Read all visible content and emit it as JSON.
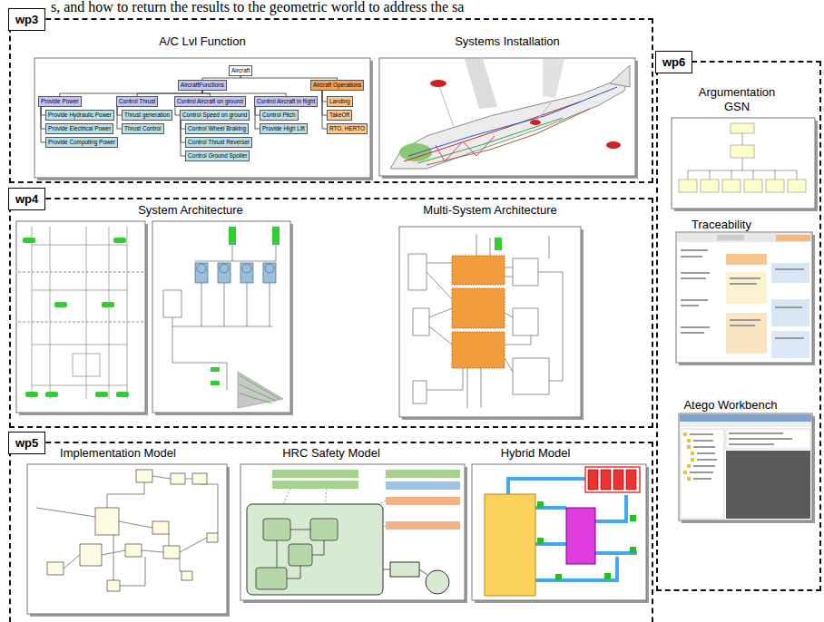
{
  "diagram": {
    "nodes": [
      {
        "text": [
          "wp3"
        ]
      },
      {
        "text": [
          "A/C Lvl Function"
        ],
        "in": 0
      },
      {
        "text": [
          "Aircraft"
        ],
        "in": 1
      },
      {
        "text": [
          "AircraftFunctions"
        ],
        "in": 1
      },
      {
        "text": [
          "Aircraft Operations"
        ],
        "in": 1
      },
      {
        "text": [
          "Provide Power"
        ],
        "in": 1
      },
      {
        "text": [
          "Provide Hydraulic Power"
        ],
        "in": 1
      },
      {
        "text": [
          "Provide Electrical Power"
        ],
        "in": 1
      },
      {
        "text": [
          "Provide Computing Power"
        ],
        "in": 1
      },
      {
        "text": [
          "Control Thrust"
        ],
        "in": 1
      },
      {
        "text": [
          "Thrust generation"
        ],
        "in": 1
      },
      {
        "text": [
          "Thrust Control"
        ],
        "in": 1
      },
      {
        "text": [
          "Control Aircraft on ground"
        ],
        "in": 1
      },
      {
        "text": [
          "Control Speed on ground"
        ],
        "in": 1
      },
      {
        "text": [
          "Control Wheel Braking"
        ],
        "in": 1
      },
      {
        "text": [
          "Control Thrust Reverser"
        ],
        "in": 1
      },
      {
        "text": [
          "Control Ground Spoiler"
        ],
        "in": 1
      },
      {
        "text": [
          "Control Aircraft in flight"
        ],
        "in": 1
      },
      {
        "text": [
          "Control Pitch"
        ],
        "in": 1
      },
      {
        "text": [
          "Provide High Lift"
        ],
        "in": 1
      },
      {
        "text": [
          "Landing"
        ],
        "in": 1
      },
      {
        "text": [
          "TakeOff"
        ],
        "in": 1
      },
      {
        "text": [
          "RTO, HERTO"
        ],
        "in": 1
      },
      {
        "text": [
          "Systems Installation"
        ],
        "in": 0
      },
      {
        "text": [
          "wp4"
        ]
      },
      {
        "text": [
          "System Architecture"
        ],
        "in": 24
      },
      {
        "text": [
          "Multi-System Architecture"
        ],
        "in": 24
      },
      {
        "text": [
          "wp5"
        ]
      },
      {
        "text": [
          "Implementation Model"
        ],
        "in": 27
      },
      {
        "text": [
          "HRC Safety Model"
        ],
        "in": 27
      },
      {
        "text": [
          "Hybrid Model"
        ],
        "in": 27
      },
      {
        "text": [
          "wp6"
        ]
      },
      {
        "text": [
          "Argumentation GSN"
        ],
        "in": 31
      },
      {
        "text": [
          "Traceability"
        ],
        "in": 31
      },
      {
        "text": [
          "Atego Workbench"
        ],
        "in": 31
      }
    ],
    "edges": [
      {
        "from": 2,
        "to": 3,
        "arrow": "none"
      },
      {
        "from": 2,
        "to": 4,
        "arrow": "none"
      },
      {
        "from": 3,
        "to": 5,
        "arrow": "none"
      },
      {
        "from": 3,
        "to": 9,
        "arrow": "none"
      },
      {
        "from": 3,
        "to": 12,
        "arrow": "none"
      },
      {
        "from": 3,
        "to": 17,
        "arrow": "none"
      },
      {
        "from": 5,
        "to": 6,
        "arrow": "none"
      },
      {
        "from": 5,
        "to": 7,
        "arrow": "none"
      },
      {
        "from": 5,
        "to": 8,
        "arrow": "none"
      },
      {
        "from": 9,
        "to": 10,
        "arrow": "none"
      },
      {
        "from": 9,
        "to": 11,
        "arrow": "none"
      },
      {
        "from": 12,
        "to": 13,
        "arrow": "none"
      },
      {
        "from": 13,
        "to": 14,
        "arrow": "none"
      },
      {
        "from": 13,
        "to": 15,
        "arrow": "none"
      },
      {
        "from": 13,
        "to": 16,
        "arrow": "none"
      },
      {
        "from": 17,
        "to": 18,
        "arrow": "none"
      },
      {
        "from": 17,
        "to": 19,
        "arrow": "none"
      },
      {
        "from": 4,
        "to": 20,
        "arrow": "none"
      },
      {
        "from": 4,
        "to": 21,
        "arrow": "none"
      },
      {
        "from": 4,
        "to": 22,
        "arrow": "none"
      }
    ],
    "labels": [
      "s, and how to return the results to the geometric world to address the sa"
    ]
  }
}
